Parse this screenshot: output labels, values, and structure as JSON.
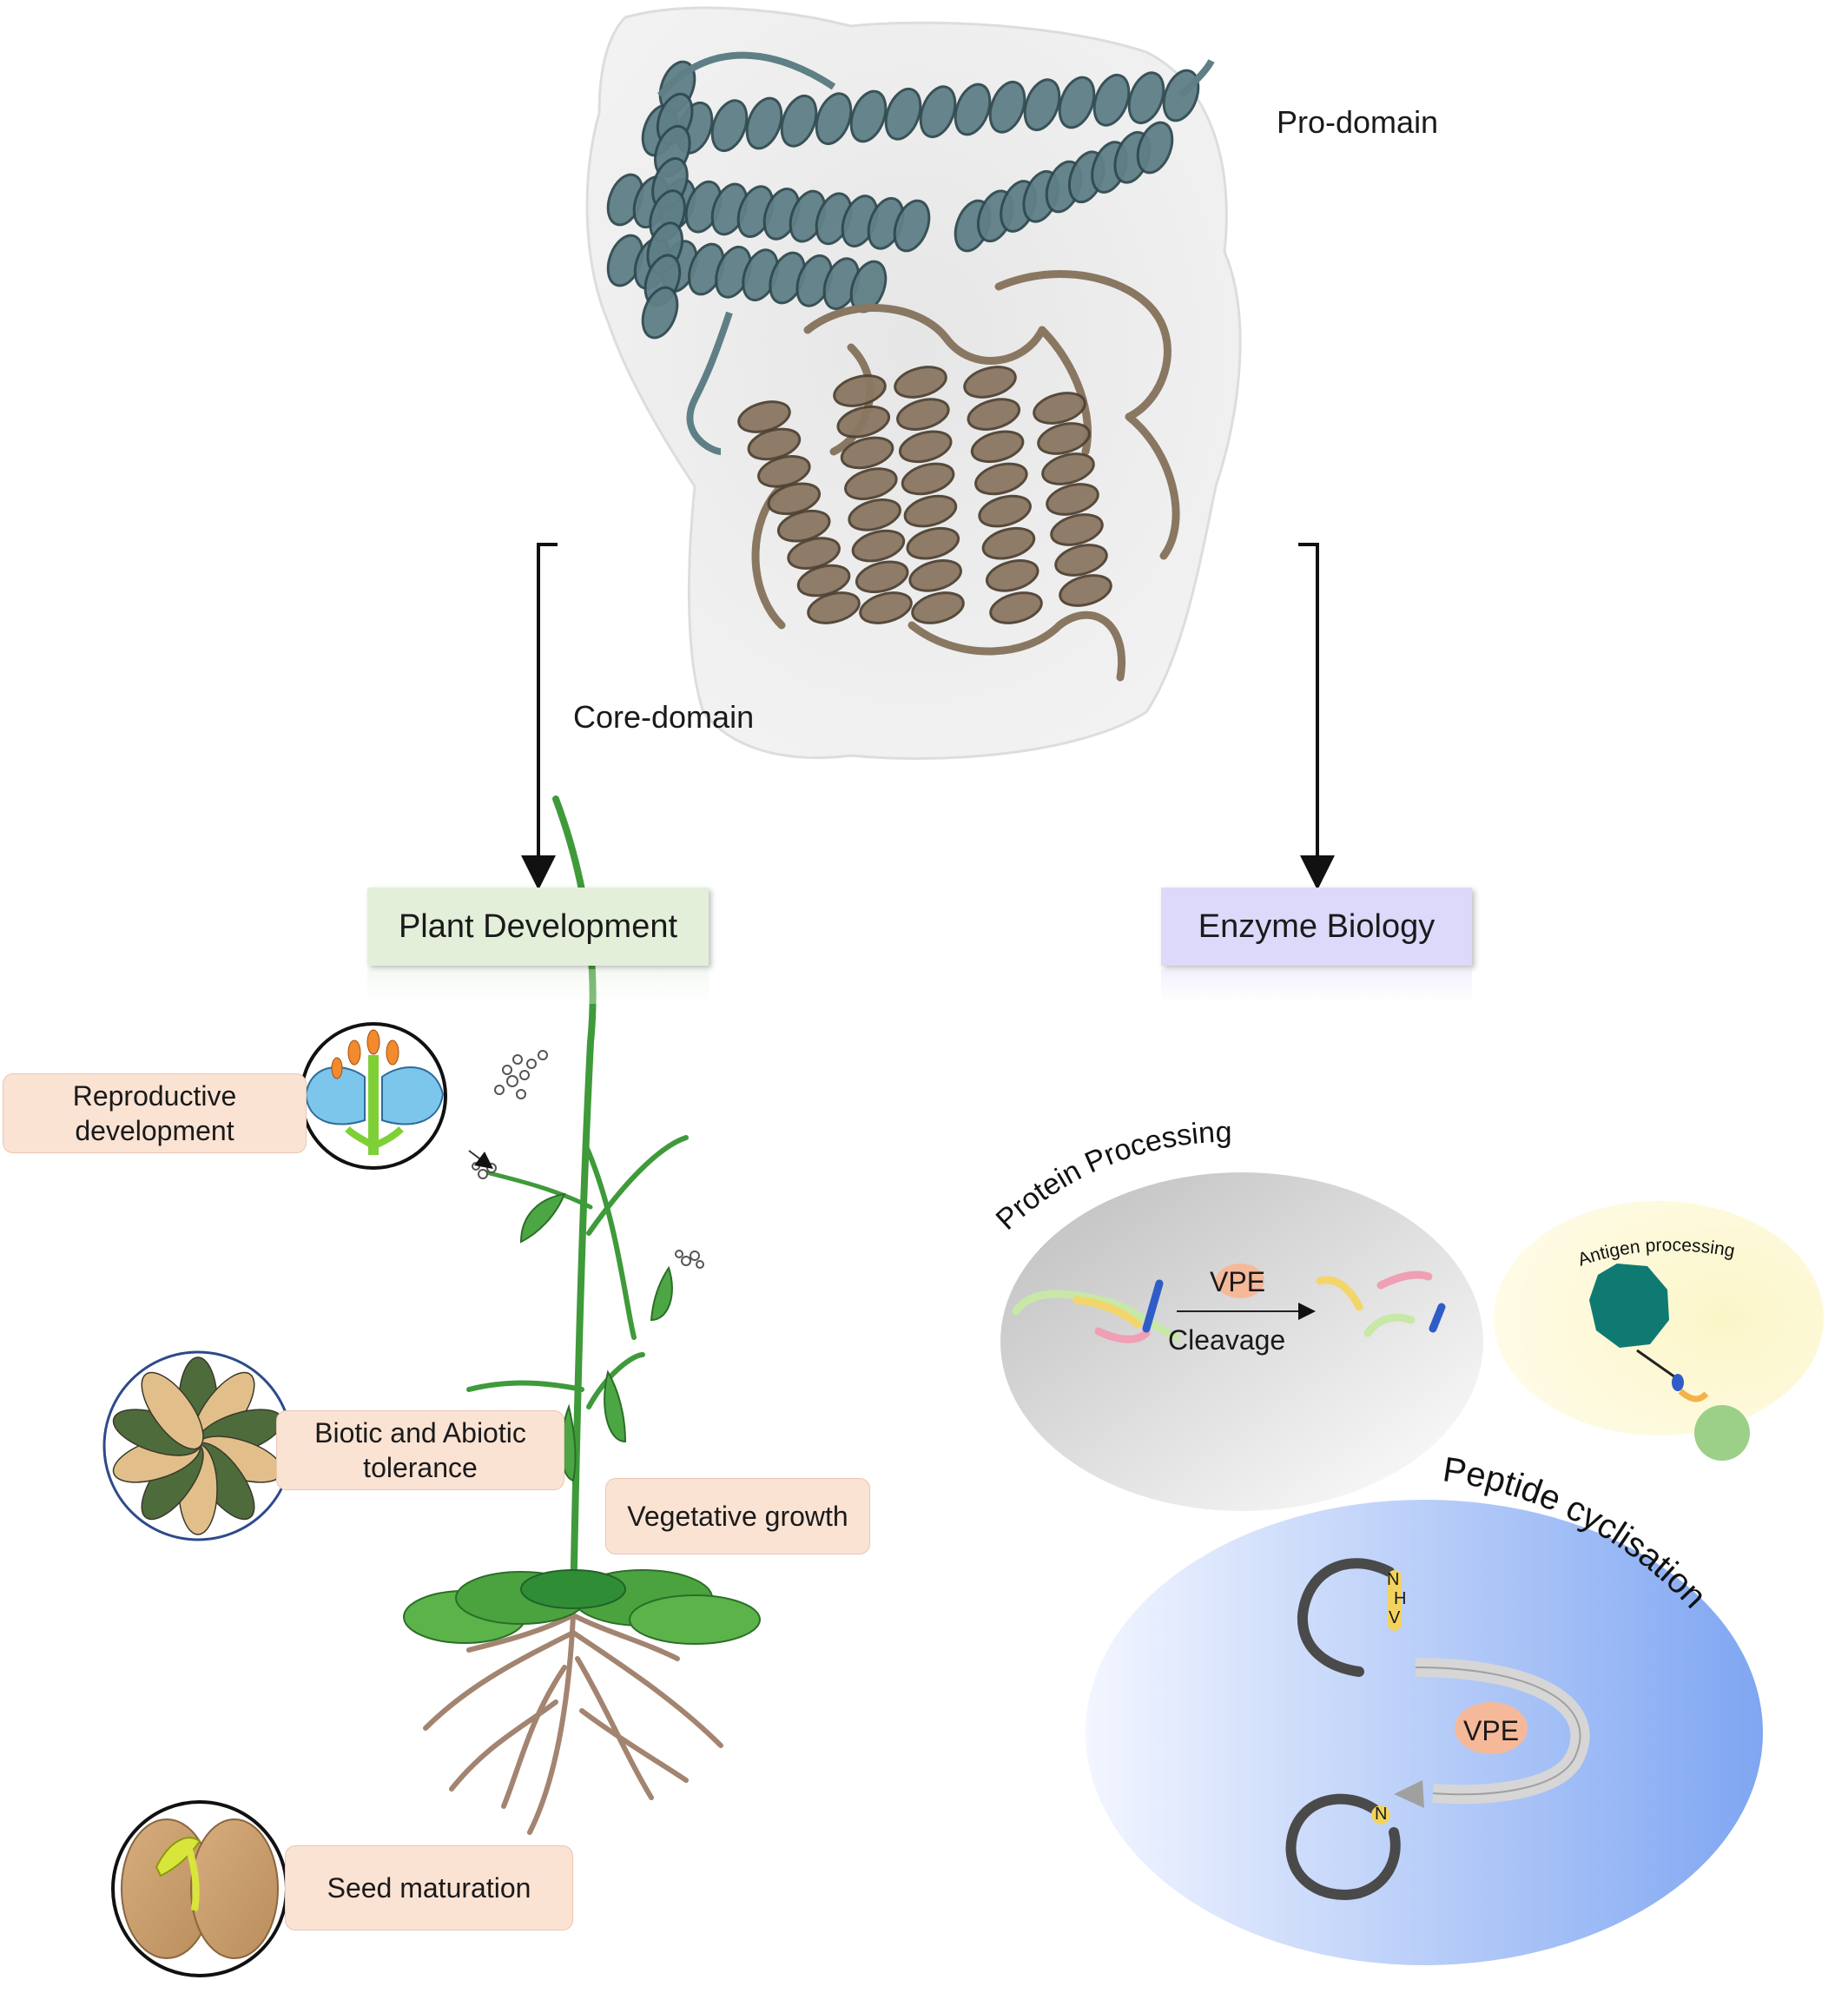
{
  "structure": {
    "pro_domain_label": "Pro-domain",
    "core_domain_label": "Core-domain",
    "colors": {
      "pro_domain": "#5f7f86",
      "core_domain": "#8a7762",
      "surface": "#d9d9d9"
    }
  },
  "branches": {
    "plant": {
      "label": "Plant Development",
      "color": "#e3efd9"
    },
    "enzyme": {
      "label": "Enzyme Biology",
      "color": "#dcd9fb"
    }
  },
  "plant_roles": {
    "reproductive": {
      "line1": "Reproductive",
      "line2": "development"
    },
    "stress": {
      "line1": "Biotic and Abiotic",
      "line2": "tolerance"
    },
    "vegetative": "Vegetative growth",
    "seed": "Seed maturation"
  },
  "enzyme_roles": {
    "protein_processing": {
      "title": "Protein Processing",
      "enzyme": "VPE",
      "action": "Cleavage"
    },
    "antigen_processing": {
      "title": "Antigen processing"
    },
    "peptide_cyclisation": {
      "title": "Peptide cyclisation",
      "enzyme": "VPE",
      "residues": [
        "N",
        "H",
        "V"
      ],
      "product_residue": "N"
    }
  },
  "colors": {
    "vpe_badge": "#f5b99a",
    "residue_badge": "#f3d35e",
    "antigen_cell": "#0f7a72",
    "antigen_target": "#9ccf88"
  }
}
